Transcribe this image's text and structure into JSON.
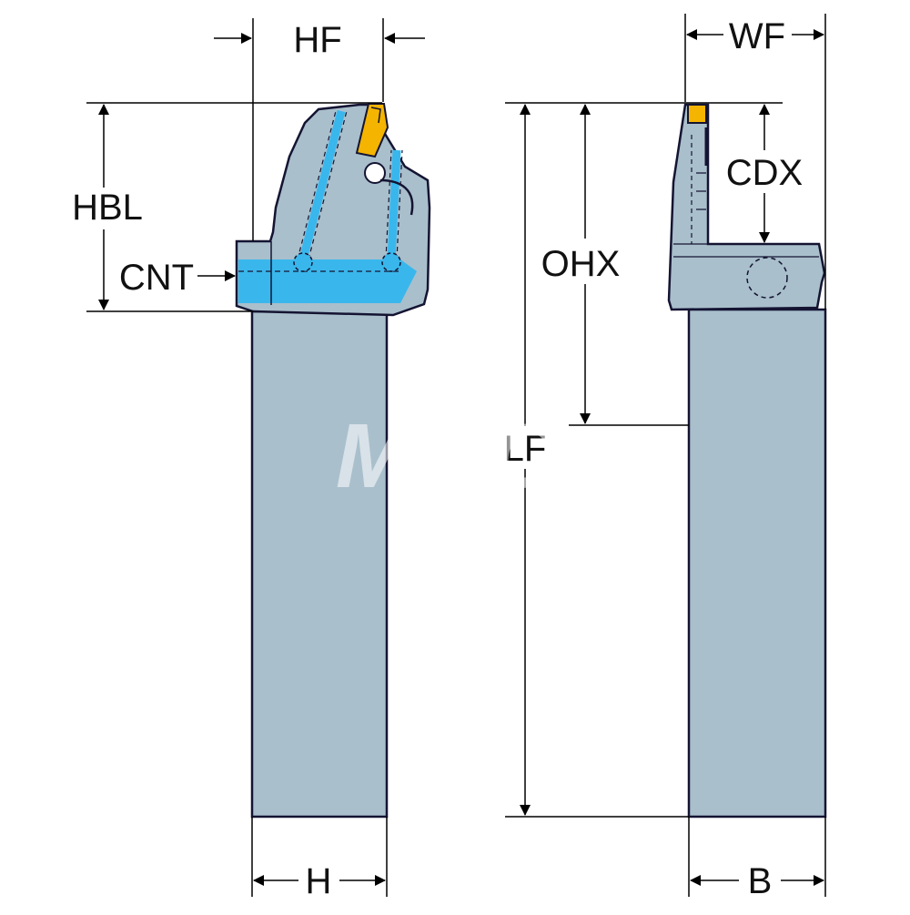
{
  "labels": {
    "hf": "HF",
    "hbl": "HBL",
    "cnt": "CNT",
    "h": "H",
    "wf": "WF",
    "cdx": "CDX",
    "ohx": "OHX",
    "lf": "LF",
    "b": "B"
  },
  "watermark": "MSC",
  "colors": {
    "body": "#a9bfcc",
    "bodyDark": "#9cb2bf",
    "coolant": "#39b7ec",
    "insert": "#f4b400",
    "outline": "#141432",
    "line": "#000000",
    "bg": "#ffffff",
    "watermark": "#ffffff"
  }
}
